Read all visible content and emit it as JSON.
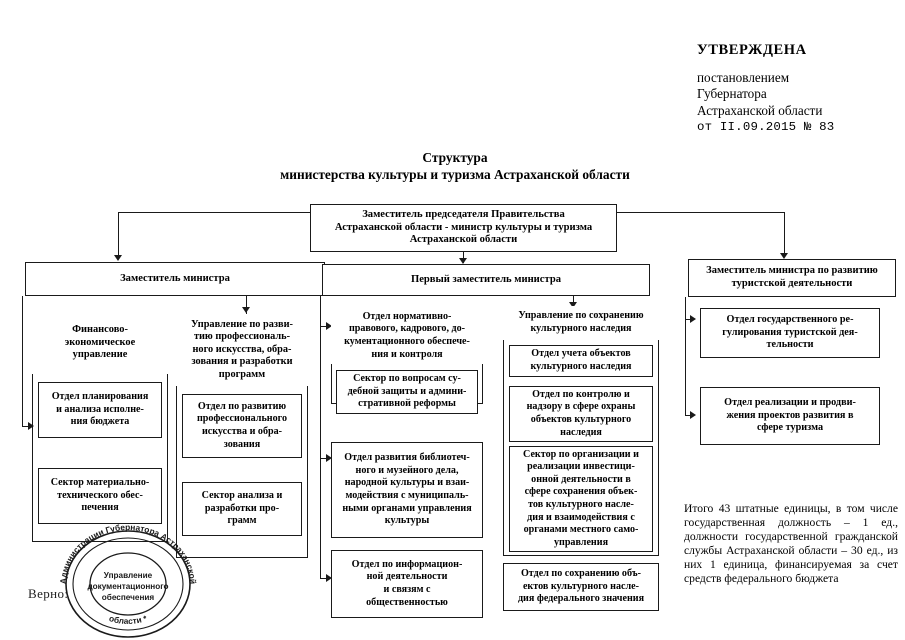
{
  "approval": {
    "title": "УТВЕРЖДЕНА",
    "line1": "постановлением",
    "line2": "Губернатора",
    "line3": "Астраханской области",
    "line4": "от II.09.2015 № 83"
  },
  "doc_title": {
    "line1": "Структура",
    "line2": "министерства культуры и туризма Астраханской области"
  },
  "chart_data": {
    "type": "diagram",
    "title": "Структура министерства культуры и туризма Астраханской области",
    "root": "Заместитель председателя Правительства Астраханской области - министр культуры и туризма Астраханской области",
    "levels": 3,
    "nodes": [
      {
        "id": "root",
        "label": "Заместитель председателя Правительства Астраханской области - министр культуры и туризма Астраханской области",
        "level": 0
      },
      {
        "id": "dep1",
        "label": "Заместитель министра",
        "level": 1,
        "parent": "root"
      },
      {
        "id": "dep2",
        "label": "Первый заместитель министра",
        "level": 1,
        "parent": "root"
      },
      {
        "id": "dep3",
        "label": "Заместитель министра по развитию туристской деятельности",
        "level": 1,
        "parent": "root"
      },
      {
        "id": "fin",
        "label": "Финансово-экономическое управление",
        "level": 2,
        "parent": "dep1"
      },
      {
        "id": "fin1",
        "label": "Отдел планирования и анализа исполнения бюджета",
        "level": 3,
        "parent": "fin"
      },
      {
        "id": "fin2",
        "label": "Сектор материально-технического обеспечения",
        "level": 3,
        "parent": "fin"
      },
      {
        "id": "prof",
        "label": "Управление по развитию профессионального искусства, образования и разработки программ",
        "level": 2,
        "parent": "dep1"
      },
      {
        "id": "prof1",
        "label": "Отдел по развитию профессионального искусства и образования",
        "level": 3,
        "parent": "prof"
      },
      {
        "id": "prof2",
        "label": "Сектор анализа и разработки программ",
        "level": 3,
        "parent": "prof"
      },
      {
        "id": "norm",
        "label": "Отдел нормативно-правового, кадрового, документационного обеспечения и контроля",
        "level": 2,
        "parent": "dep2"
      },
      {
        "id": "norm1",
        "label": "Сектор по вопросам судебной защиты и административной реформы",
        "level": 3,
        "parent": "norm"
      },
      {
        "id": "bibl",
        "label": "Отдел развития библиотечного и музейного дела, народной культуры и взаимодействия с муниципальными органами управления культуры",
        "level": 2,
        "parent": "dep2"
      },
      {
        "id": "info",
        "label": "Отдел по информационной деятельности и связям с общественностью",
        "level": 2,
        "parent": "dep2"
      },
      {
        "id": "nasl",
        "label": "Управление по сохранению культурного наследия",
        "level": 2,
        "parent": "dep2"
      },
      {
        "id": "nasl1",
        "label": "Отдел учета объектов культурного наследия",
        "level": 3,
        "parent": "nasl"
      },
      {
        "id": "nasl2",
        "label": "Отдел по контролю и надзору в сфере охраны объектов культурного наследия",
        "level": 3,
        "parent": "nasl"
      },
      {
        "id": "nasl3",
        "label": "Сектор по организации и реализации инвестиционной деятельности в сфере сохранения объектов культурного наследия и взаимодействия с органами местного самоуправления",
        "level": 3,
        "parent": "nasl"
      },
      {
        "id": "nasl4",
        "label": "Отдел по сохранению объектов культурного наследия федерального значения",
        "level": 3,
        "parent": "nasl"
      },
      {
        "id": "tur1",
        "label": "Отдел государственного регулирования туристской деятельности",
        "level": 2,
        "parent": "dep3"
      },
      {
        "id": "tur2",
        "label": "Отдел реализации и продвижения проектов развития в сфере туризма",
        "level": 2,
        "parent": "dep3"
      }
    ]
  },
  "boxes": {
    "root": "Заместитель председателя Правительства\nАстраханской области - министр культуры и туризма\nАстраханской области",
    "deputy_minister": "Заместитель министра",
    "first_deputy_minister": "Первый заместитель министра",
    "deputy_tourism": "Заместитель министра по развитию\nтуристской деятельности",
    "fin_dept": "Финансово-\nэкономическое\nуправление",
    "fin_planning": "Отдел планирования\nи анализа исполне-\nния бюджета",
    "fin_material": "Сектор материально-\nтехнического обес-\nпечения",
    "prof_dept": "Управление по разви-\nтию профессиональ-\nного искусства, обра-\nзования и разработки\nпрограмм",
    "prof_dev": "Отдел по развитию\nпрофессионального\nискусства и обра-\nзования",
    "prof_analysis": "Сектор анализа и\nразработки про-\nграмм",
    "norm_dept": "Отдел нормативно-\nправового, кадрового, до-\nкументационного обеспече-\nния и контроля",
    "norm_sector": "Сектор по вопросам су-\nдебной защиты и админи-\nстративной реформы",
    "library_dept": "Отдел развития библиотеч-\nного и музейного дела,\nнародной культуры и взаи-\nмодействия с муниципаль-\nными органами управления\nкультуры",
    "info_dept": "Отдел по информацион-\nной деятельности\nи связям с\nобщественностью",
    "heritage_dept": "Управление по сохранению\nкультурного наследия",
    "heritage_accounting": "Отдел учета объектов\nкультурного наследия",
    "heritage_control": "Отдел по контролю и\nнадзору в сфере охраны\nобъектов культурного\nнаследия",
    "heritage_invest": "Сектор по организации и\nреализации инвестици-\nонной деятельности в\nсфере сохранения объек-\nтов культурного насле-\nдия и взаимодействия с\nорганами местного само-\nуправления",
    "heritage_federal": "Отдел по сохранению объ-\nектов культурного насле-\nдия федерального значения",
    "tourism_regulation": "Отдел государственного ре-\nгулирования туристской дея-\nтельности",
    "tourism_projects": "Отдел реализации и продви-\nжения проектов развития в\nсфере туризма"
  },
  "note": "Итого 43 штатные единицы, в том числе государственная должность – 1 ед., должности государственной гражданской службы Астраханской области – 30 ед., из них 1 единица, финансируемая за счет средств федерального бюджета",
  "stamp": {
    "verno": "Верно:",
    "ring_top": "Администрации  Губернатора  Астраханской",
    "ring_bottom": "области",
    "center_line1": "Управление",
    "center_line2": "документационного",
    "center_line3": "обеспечения"
  }
}
